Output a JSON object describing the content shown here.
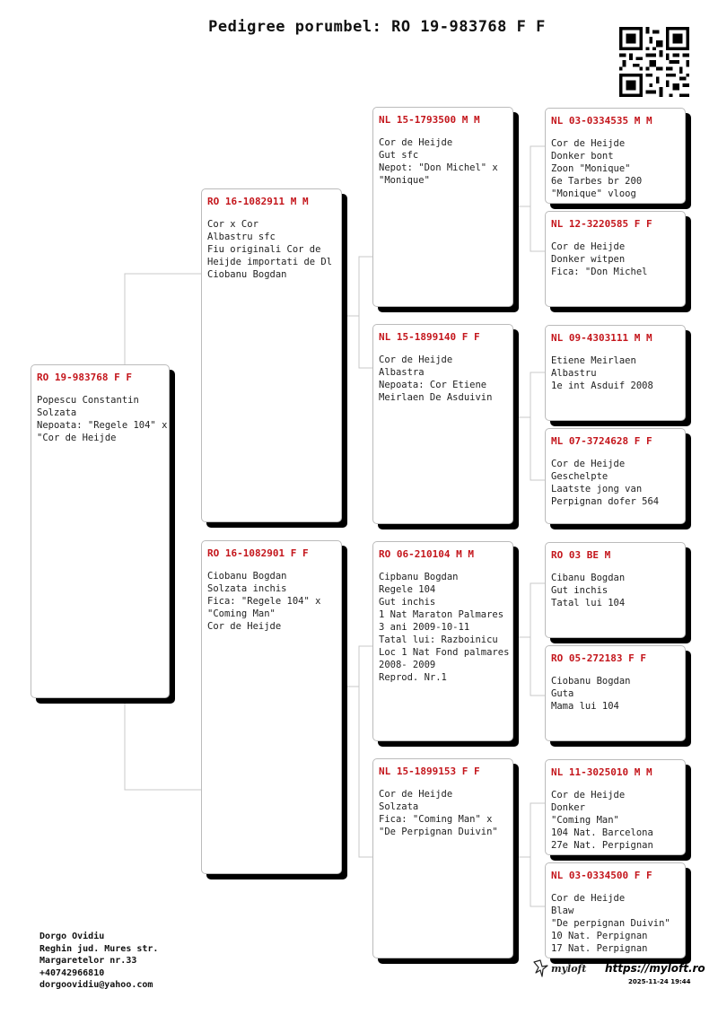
{
  "title": "Pedigree porumbel: RO 19-983768 F F",
  "pigeons": {
    "subject": {
      "code": "RO 19-983768 F F",
      "lines": [
        "Popescu Constantin",
        "Solzata",
        "Nepoata: \"Regele 104\" x",
        "\"Cor de Heijde"
      ]
    },
    "sire": {
      "code": "RO 16-1082911 M M",
      "lines": [
        "Cor x Cor",
        "Albastru sfc",
        "Fiu originali Cor de",
        "Heijde importati de Dl",
        "Ciobanu Bogdan"
      ]
    },
    "dam": {
      "code": "RO 16-1082901 F F",
      "lines": [
        "Ciobanu Bogdan",
        "Solzata inchis",
        "Fica: \"Regele 104\" x",
        "\"Coming Man\"",
        "Cor de Heijde"
      ]
    },
    "sire_sire": {
      "code": "NL 15-1793500 M M",
      "lines": [
        "Cor de Heijde",
        "Gut sfc",
        "Nepot: \"Don Michel\" x",
        "\"Monique\""
      ]
    },
    "sire_dam": {
      "code": "NL 15-1899140 F F",
      "lines": [
        "Cor de Heijde",
        "Albastra",
        "Nepoata: Cor Etiene",
        "Meirlaen De Asduivin"
      ]
    },
    "dam_sire": {
      "code": "RO 06-210104 M M",
      "lines": [
        "Cipbanu Bogdan",
        "Regele 104",
        "Gut inchis",
        "1 Nat Maraton Palmares",
        "3 ani 2009-10-11",
        "Tatal lui: Razboinicu",
        "Loc 1 Nat Fond palmares",
        "2008- 2009",
        "Reprod. Nr.1"
      ]
    },
    "dam_dam": {
      "code": "NL 15-1899153 F F",
      "lines": [
        "Cor de Heijde",
        "Solzata",
        "Fica: \"Coming Man\" x",
        "\"De Perpignan Duivin\""
      ]
    },
    "ss_sire": {
      "code": "NL 03-0334535 M M",
      "lines": [
        "Cor de Heijde",
        "Donker bont",
        "Zoon \"Monique\"",
        "6e Tarbes br 200",
        "\"Monique\" vloog"
      ]
    },
    "ss_dam": {
      "code": "NL 12-3220585 F F",
      "lines": [
        "Cor de Heijde",
        "Donker witpen",
        "Fica: \"Don Michel"
      ]
    },
    "sd_sire": {
      "code": "NL 09-4303111 M M",
      "lines": [
        "Etiene Meirlaen",
        "Albastru",
        "1e int Asduif 2008"
      ]
    },
    "sd_dam": {
      "code": "ML 07-3724628 F F",
      "lines": [
        "Cor de Heijde",
        "Geschelpte",
        "Laatste jong van",
        "Perpignan dofer 564"
      ]
    },
    "ds_sire": {
      "code": "RO 03 BE M",
      "lines": [
        "Cibanu Bogdan",
        "Gut inchis",
        "Tatal lui 104"
      ]
    },
    "ds_dam": {
      "code": "RO 05-272183 F F",
      "lines": [
        "Ciobanu Bogdan",
        "Guta",
        "Mama lui 104"
      ]
    },
    "dd_sire": {
      "code": "NL 11-3025010 M M",
      "lines": [
        "Cor de Heijde",
        "Donker",
        "\"Coming Man\"",
        "104 Nat. Barcelona",
        "27e Nat. Perpignan"
      ]
    },
    "dd_dam": {
      "code": "NL 03-0334500 F F",
      "lines": [
        "Cor de Heijde",
        "Blaw",
        "\"De perpignan Duivin\"",
        "10 Nat. Perpignan",
        "17 Nat. Perpignan"
      ]
    }
  },
  "owner": {
    "name": "Dorgo Ovidiu",
    "address_1": "Reghin jud. Mures str.",
    "address_2": "Margaretelor nr.33",
    "phone": "+40742966810",
    "email": "dorgoovidiu@yahoo.com"
  },
  "footer": {
    "logo_text": "myloft",
    "url": "https://myloft.ro",
    "date": "2025-11-24 19:44"
  },
  "colors": {
    "code_red": "#c4161c",
    "shadow": "#000000",
    "connector": "#c8c8c8"
  },
  "icons": {
    "qr": "qr-code-icon",
    "logo": "pigeon-logo-icon"
  }
}
